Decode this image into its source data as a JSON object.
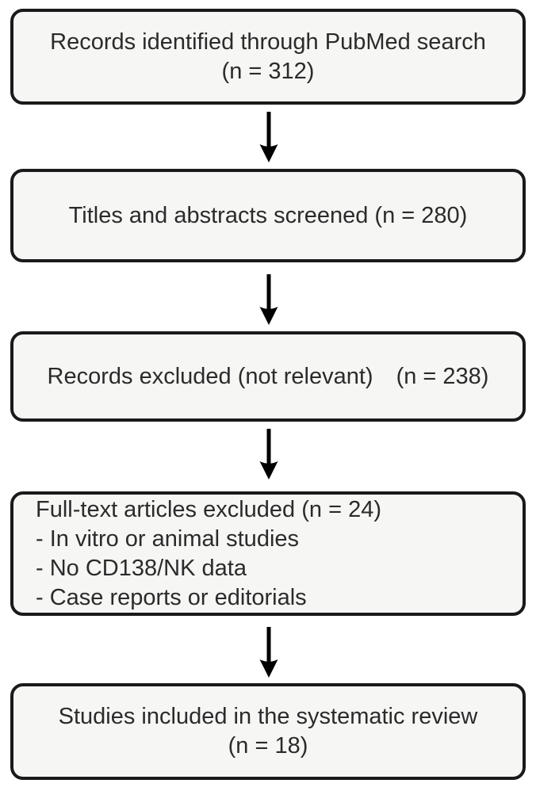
{
  "colors": {
    "background": "#ffffff",
    "box_fill": "#f6f6f5",
    "box_border": "#1a1a1a",
    "text": "#2b2b2b",
    "arrow": "#000000"
  },
  "flowchart": {
    "boxes": [
      {
        "name": "records-identified",
        "align": "center",
        "lines": [
          "Records identified through PubMed search",
          "(n = 312)"
        ]
      },
      {
        "name": "titles-abstracts-screened",
        "align": "center",
        "lines": [
          "Titles and abstracts screened (n = 280)"
        ]
      },
      {
        "name": "records-excluded-not-relevant",
        "align": "center",
        "lines": [
          "Records excluded (not relevant) (n = 238)"
        ]
      },
      {
        "name": "fulltext-articles-excluded",
        "align": "left",
        "lines": [
          "Full-text articles excluded (n = 24)",
          "- In vitro or animal studies",
          "- No CD138/NK data",
          "- Case reports or editorials"
        ]
      },
      {
        "name": "studies-included",
        "align": "center",
        "lines": [
          "Studies included in the systematic review",
          "(n = 18)"
        ]
      }
    ]
  }
}
